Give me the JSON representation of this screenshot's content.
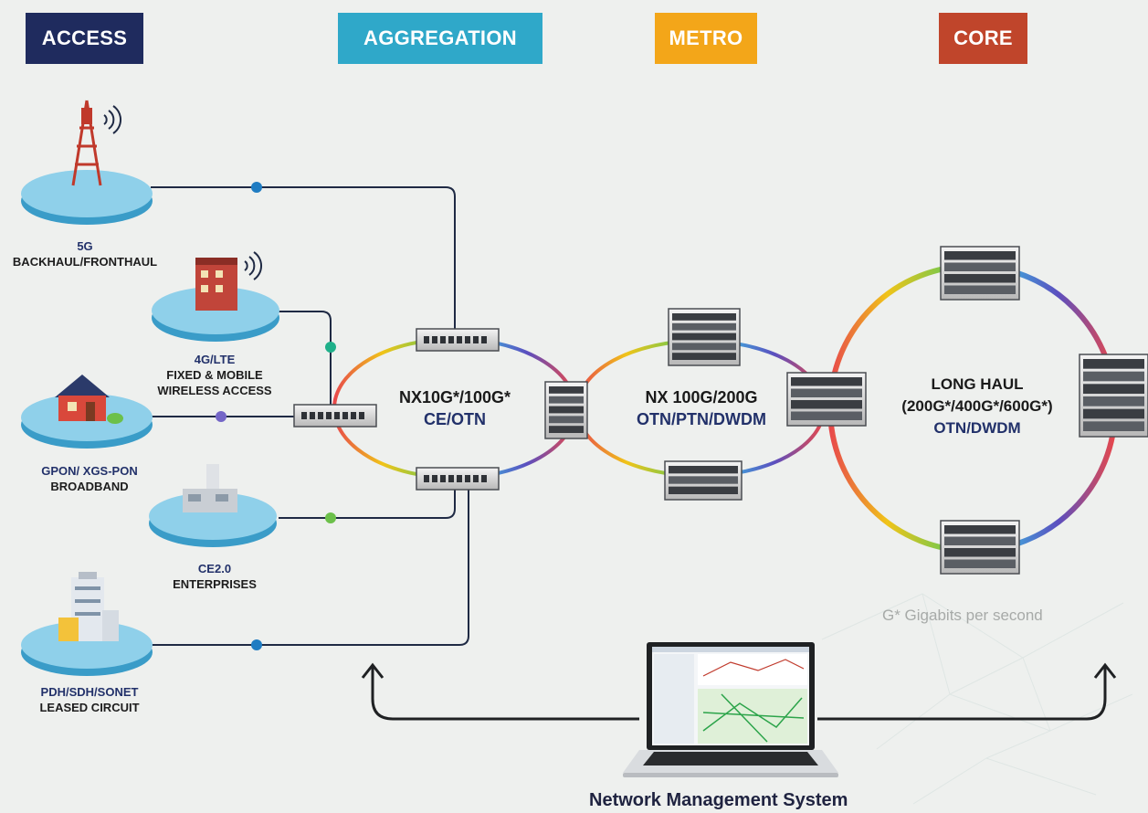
{
  "tiers": [
    {
      "label": "ACCESS",
      "color": "#1f2b5e"
    },
    {
      "label": "AGGREGATION",
      "color": "#2fa8c9"
    },
    {
      "label": "METRO",
      "color": "#f3a619"
    },
    {
      "label": "CORE",
      "color": "#c0452b"
    }
  ],
  "access_nodes": [
    {
      "line1": "5G",
      "line2": "BACKHAUL/FRONTHAUL",
      "icon": "cell-tower-icon"
    },
    {
      "line1": "4G/LTE",
      "line2": "FIXED & MOBILE",
      "line3": "WIRELESS ACCESS",
      "icon": "building-icon"
    },
    {
      "line1": "GPON/ XGS-PON",
      "line2": "BROADBAND",
      "icon": "house-icon"
    },
    {
      "line1": "CE2.0",
      "line2": "ENTERPRISES",
      "icon": "factory-icon"
    },
    {
      "line1": "PDH/SDH/SONET",
      "line2": "LEASED CIRCUIT",
      "icon": "office-tower-icon"
    }
  ],
  "rings": {
    "aggregation": {
      "title": "NX10G*/100G*",
      "subtitle": "CE/OTN"
    },
    "metro": {
      "title": "NX 100G/200G",
      "subtitle": "OTN/PTN/DWDM"
    },
    "core": {
      "title": "LONG HAUL",
      "title2": "(200G*/400G*/600G*)",
      "subtitle": "OTN/DWDM"
    }
  },
  "footnote": "G* Gigabits per second",
  "nms_label": "Network Management System",
  "colors": {
    "line": "#1f2a44",
    "platform_top": "#8fd0ea",
    "platform_side": "#3a9cc8",
    "dot_blue": "#1f7cc2",
    "dot_teal": "#1fb08a",
    "dot_purple": "#7466c7",
    "dot_green": "#6cc04a"
  }
}
